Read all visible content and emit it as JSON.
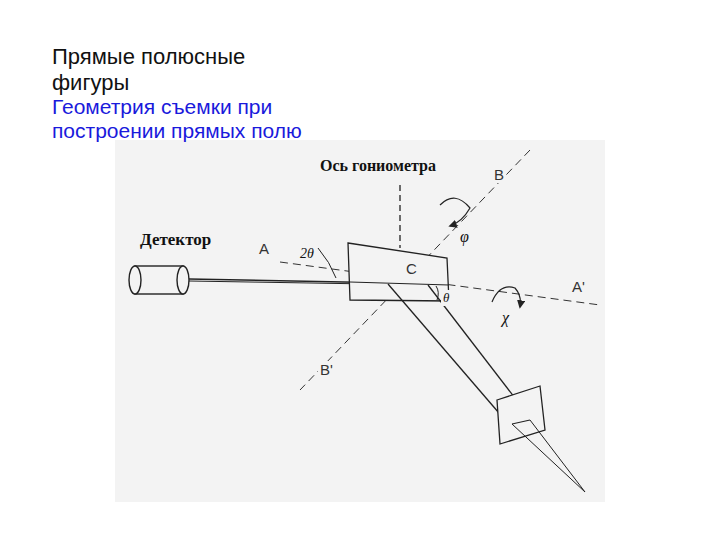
{
  "diagram": {
    "title": "Прямые полюсные фигуры",
    "labels": [
      "Геометрия съемки при построении прямых полю",
      "Ось гониометра",
      "Детектор",
      "A",
      "B",
      "C",
      "A'",
      "B'",
      "2θ",
      "θ",
      "φ",
      "χ"
    ]
  }
}
